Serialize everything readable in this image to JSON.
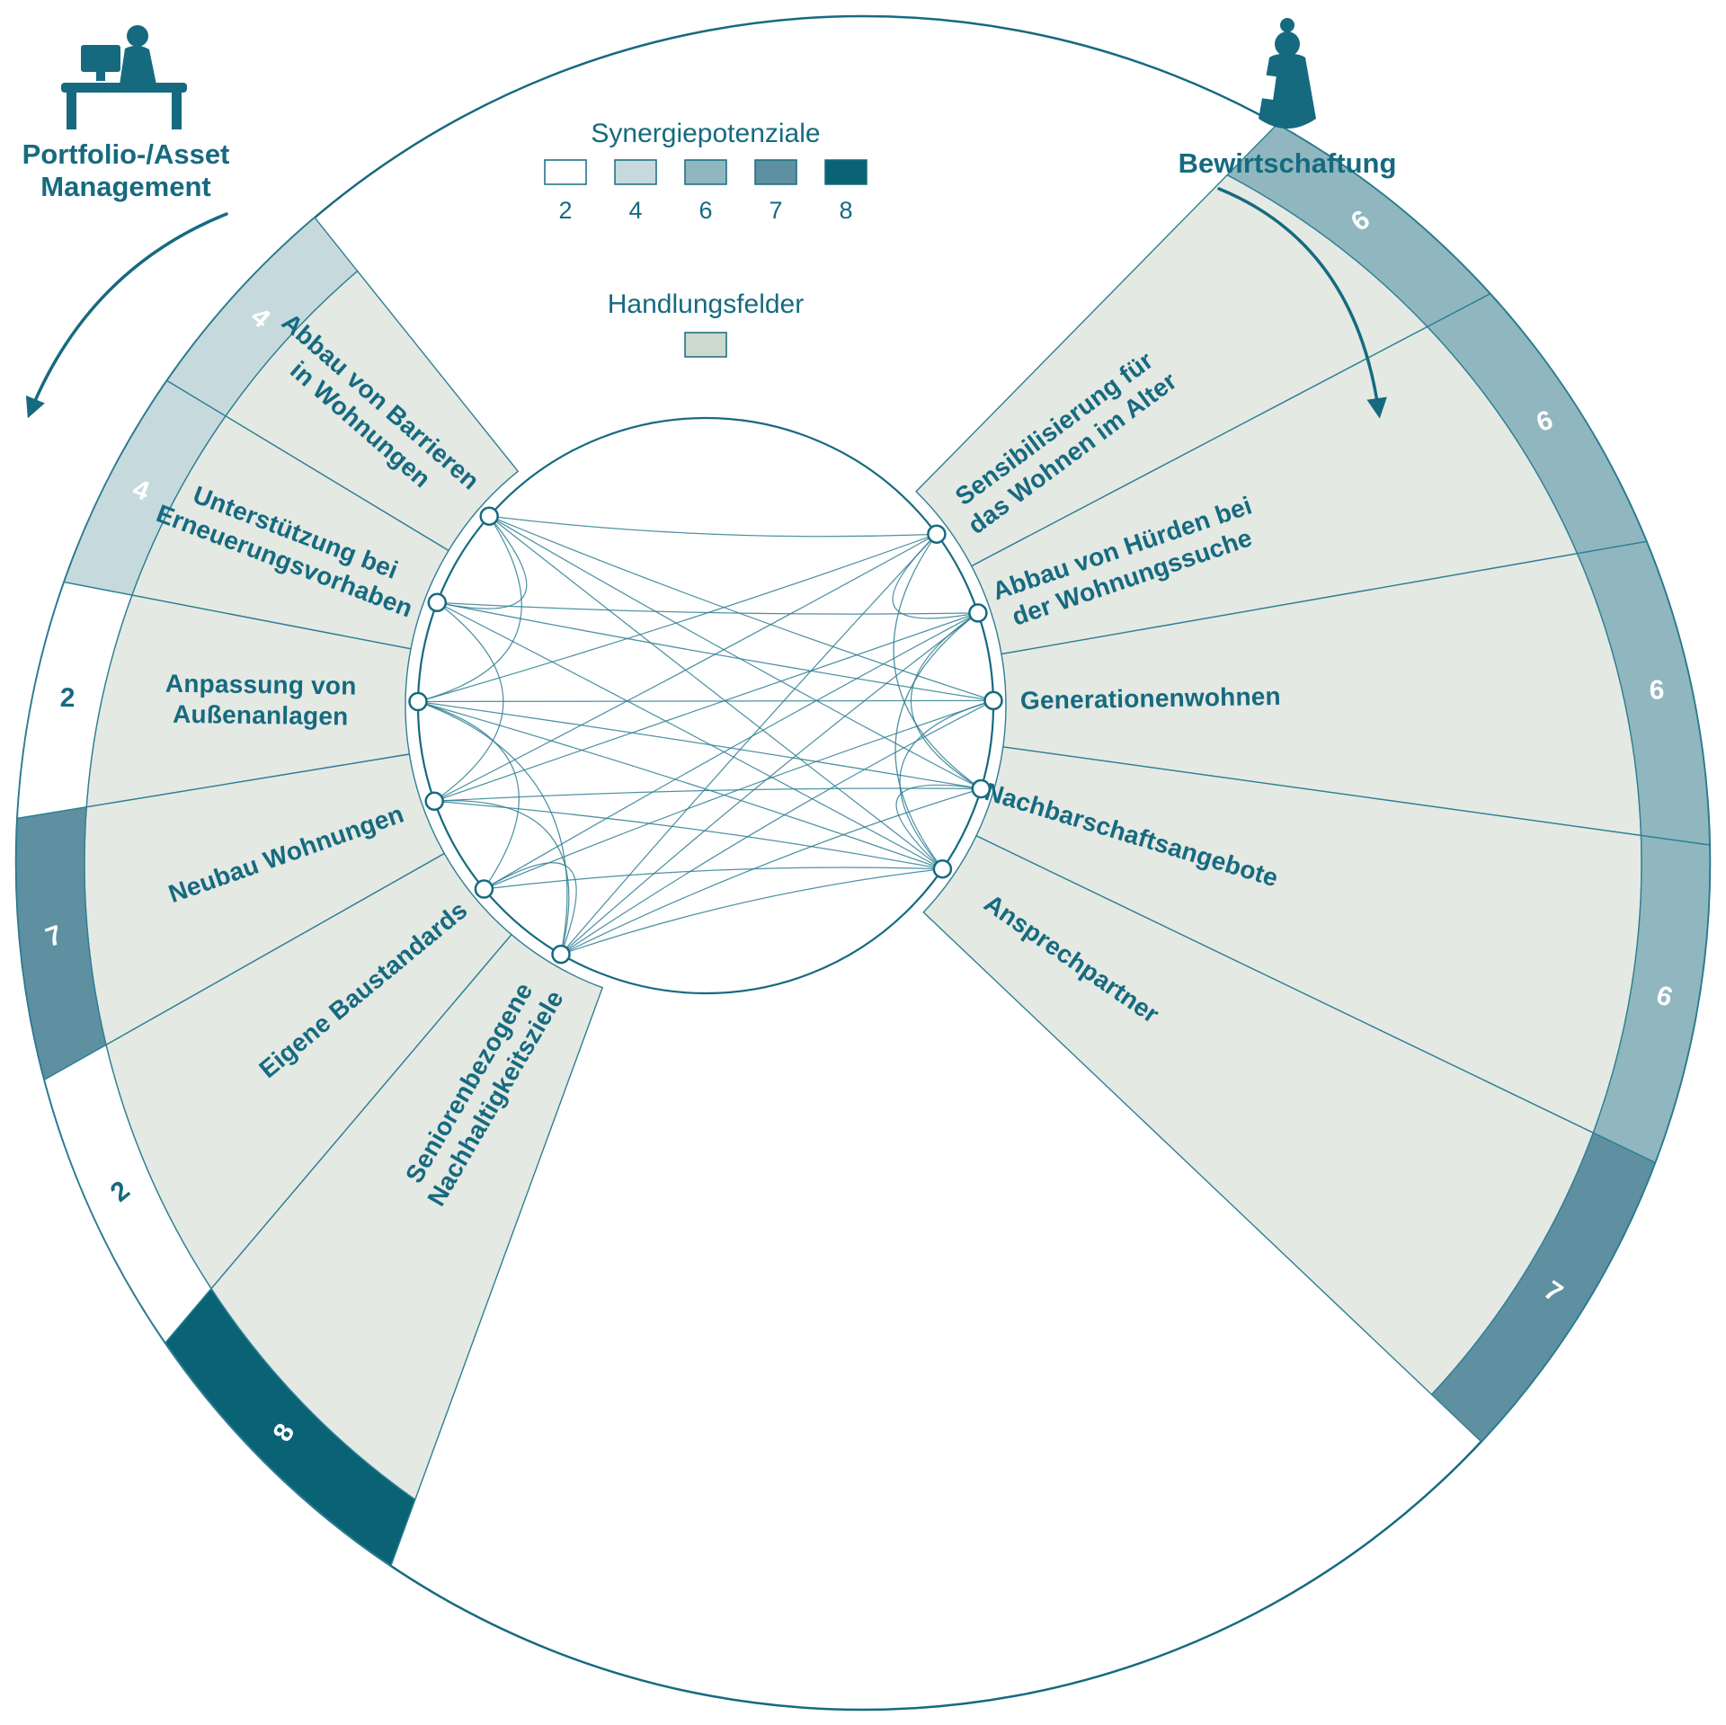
{
  "colors": {
    "teal": "#166a80",
    "teal_line": "#2f7f93",
    "wedge_fill": "#e4e9e4",
    "white": "#ffffff"
  },
  "legend": {
    "synergy": {
      "title": "Synergiepotenziale",
      "items": [
        {
          "label": "2",
          "color": "#ffffff"
        },
        {
          "label": "4",
          "color": "#c6dade"
        },
        {
          "label": "6",
          "color": "#90b7bf"
        },
        {
          "label": "7",
          "color": "#5e90a1"
        },
        {
          "label": "8",
          "color": "#0a6375"
        }
      ]
    },
    "fields": {
      "title": "Handlungsfelder",
      "color": "#ccd9cc"
    }
  },
  "groups": {
    "left": {
      "line1": "Portfolio-/Asset",
      "line2": "Management"
    },
    "right": {
      "label": "Bewirtschaftung"
    }
  },
  "diagram": {
    "sectors": {
      "left": [
        {
          "id": "L1",
          "label_lines": [
            "Abbau von Barrieren",
            "in Wohnungen"
          ],
          "value": 4
        },
        {
          "id": "L2",
          "label_lines": [
            "Unterstützung bei",
            "Erneuerungsvorhaben"
          ],
          "value": 4
        },
        {
          "id": "L3",
          "label_lines": [
            "Anpassung von",
            "Außenanlagen"
          ],
          "value": 2
        },
        {
          "id": "L4",
          "label_lines": [
            "Neubau Wohnungen"
          ],
          "value": 7
        },
        {
          "id": "L5",
          "label_lines": [
            "Eigene Baustandards"
          ],
          "value": 2
        },
        {
          "id": "L6",
          "label_lines": [
            "Seniorenbezogene",
            "Nachhaltigkeitsziele"
          ],
          "value": 8
        }
      ],
      "right": [
        {
          "id": "R1",
          "label_lines": [
            "Sensibilisierung für",
            "das Wohnen im Alter"
          ],
          "value": 6
        },
        {
          "id": "R2",
          "label_lines": [
            "Abbau von Hürden bei",
            "der Wohnungssuche"
          ],
          "value": 6
        },
        {
          "id": "R3",
          "label_lines": [
            "Generationenwohnen"
          ],
          "value": 6
        },
        {
          "id": "R4",
          "label_lines": [
            "Nachbarschaftsangebote"
          ],
          "value": 6
        },
        {
          "id": "R5",
          "label_lines": [
            "Ansprechpartner"
          ],
          "value": 7
        }
      ]
    },
    "value_colors": {
      "2": "#ffffff",
      "4": "#c6dade",
      "6": "#90b7bf",
      "7": "#5e90a1",
      "8": "#0a6375"
    },
    "connections": [
      [
        "L1",
        "R1"
      ],
      [
        "L1",
        "R3"
      ],
      [
        "L1",
        "R4"
      ],
      [
        "L1",
        "R5"
      ],
      [
        "L2",
        "R2"
      ],
      [
        "L2",
        "R3"
      ],
      [
        "L2",
        "R5"
      ],
      [
        "L3",
        "R1"
      ],
      [
        "L3",
        "R3"
      ],
      [
        "L3",
        "R4"
      ],
      [
        "L3",
        "R5"
      ],
      [
        "L4",
        "R1"
      ],
      [
        "L4",
        "R2"
      ],
      [
        "L4",
        "R4"
      ],
      [
        "L4",
        "R5"
      ],
      [
        "L5",
        "R2"
      ],
      [
        "L5",
        "R3"
      ],
      [
        "L5",
        "R5"
      ],
      [
        "L6",
        "R1"
      ],
      [
        "L6",
        "R2"
      ],
      [
        "L6",
        "R3"
      ],
      [
        "L6",
        "R4"
      ],
      [
        "L6",
        "R5"
      ],
      [
        "L1",
        "L2"
      ],
      [
        "L1",
        "L3"
      ],
      [
        "L2",
        "L4"
      ],
      [
        "L3",
        "L5"
      ],
      [
        "L3",
        "L6"
      ],
      [
        "L4",
        "L6"
      ],
      [
        "L5",
        "L6"
      ],
      [
        "R1",
        "R2"
      ],
      [
        "R1",
        "R4"
      ],
      [
        "R2",
        "R4"
      ],
      [
        "R2",
        "R5"
      ],
      [
        "R3",
        "R5"
      ],
      [
        "R4",
        "R5"
      ]
    ]
  }
}
